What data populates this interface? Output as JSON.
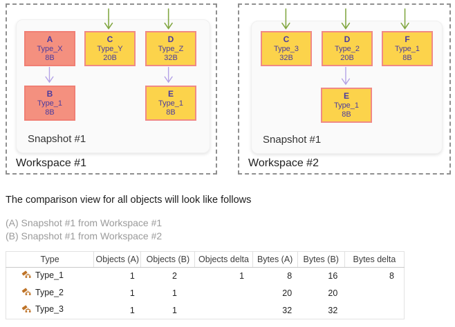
{
  "diagram": {
    "workspaces": [
      {
        "label": "Workspace #1",
        "snapshot_label": "Snapshot #1",
        "nodes": [
          {
            "id": "A",
            "type": "Type_X",
            "size": "8B"
          },
          {
            "id": "C",
            "type": "Type_Y",
            "size": "20B"
          },
          {
            "id": "D",
            "type": "Type_Z",
            "size": "32B"
          },
          {
            "id": "B",
            "type": "Type_1",
            "size": "8B"
          },
          {
            "id": "E",
            "type": "Type_1",
            "size": "8B"
          }
        ]
      },
      {
        "label": "Workspace #2",
        "snapshot_label": "Snapshot #1",
        "nodes": [
          {
            "id": "C",
            "type": "Type_3",
            "size": "32B"
          },
          {
            "id": "D",
            "type": "Type_2",
            "size": "20B"
          },
          {
            "id": "F",
            "type": "Type_1",
            "size": "8B"
          },
          {
            "id": "E",
            "type": "Type_1",
            "size": "8B"
          }
        ]
      }
    ]
  },
  "caption": "The comparison view for all objects will look like follows",
  "legend": {
    "line_a": "(A) Snapshot #1 from Workspace #1",
    "line_b": "(B) Snapshot #1 from Workspace #2"
  },
  "table": {
    "columns": [
      "Type",
      "Objects (A)",
      "Objects (B)",
      "Objects delta",
      "Bytes (A)",
      "Bytes (B)",
      "Bytes delta"
    ],
    "rows": [
      {
        "type": "Type_1",
        "objects_a": "1",
        "objects_b": "2",
        "objects_delta": "1",
        "bytes_a": "8",
        "bytes_b": "16",
        "bytes_delta": "8"
      },
      {
        "type": "Type_2",
        "objects_a": "1",
        "objects_b": "1",
        "objects_delta": "",
        "bytes_a": "20",
        "bytes_b": "20",
        "bytes_delta": ""
      },
      {
        "type": "Type_3",
        "objects_a": "1",
        "objects_b": "1",
        "objects_delta": "",
        "bytes_a": "32",
        "bytes_b": "32",
        "bytes_delta": ""
      }
    ]
  },
  "colors": {
    "node_yellow_fill": "#fcd34b",
    "node_pink_fill": "#f4907f",
    "node_border": "#f08985",
    "node_text": "#4a3b9e",
    "arrow_green": "#82a742",
    "arrow_purple": "#b3a1e6",
    "type_icon_orange": "#be7327"
  }
}
